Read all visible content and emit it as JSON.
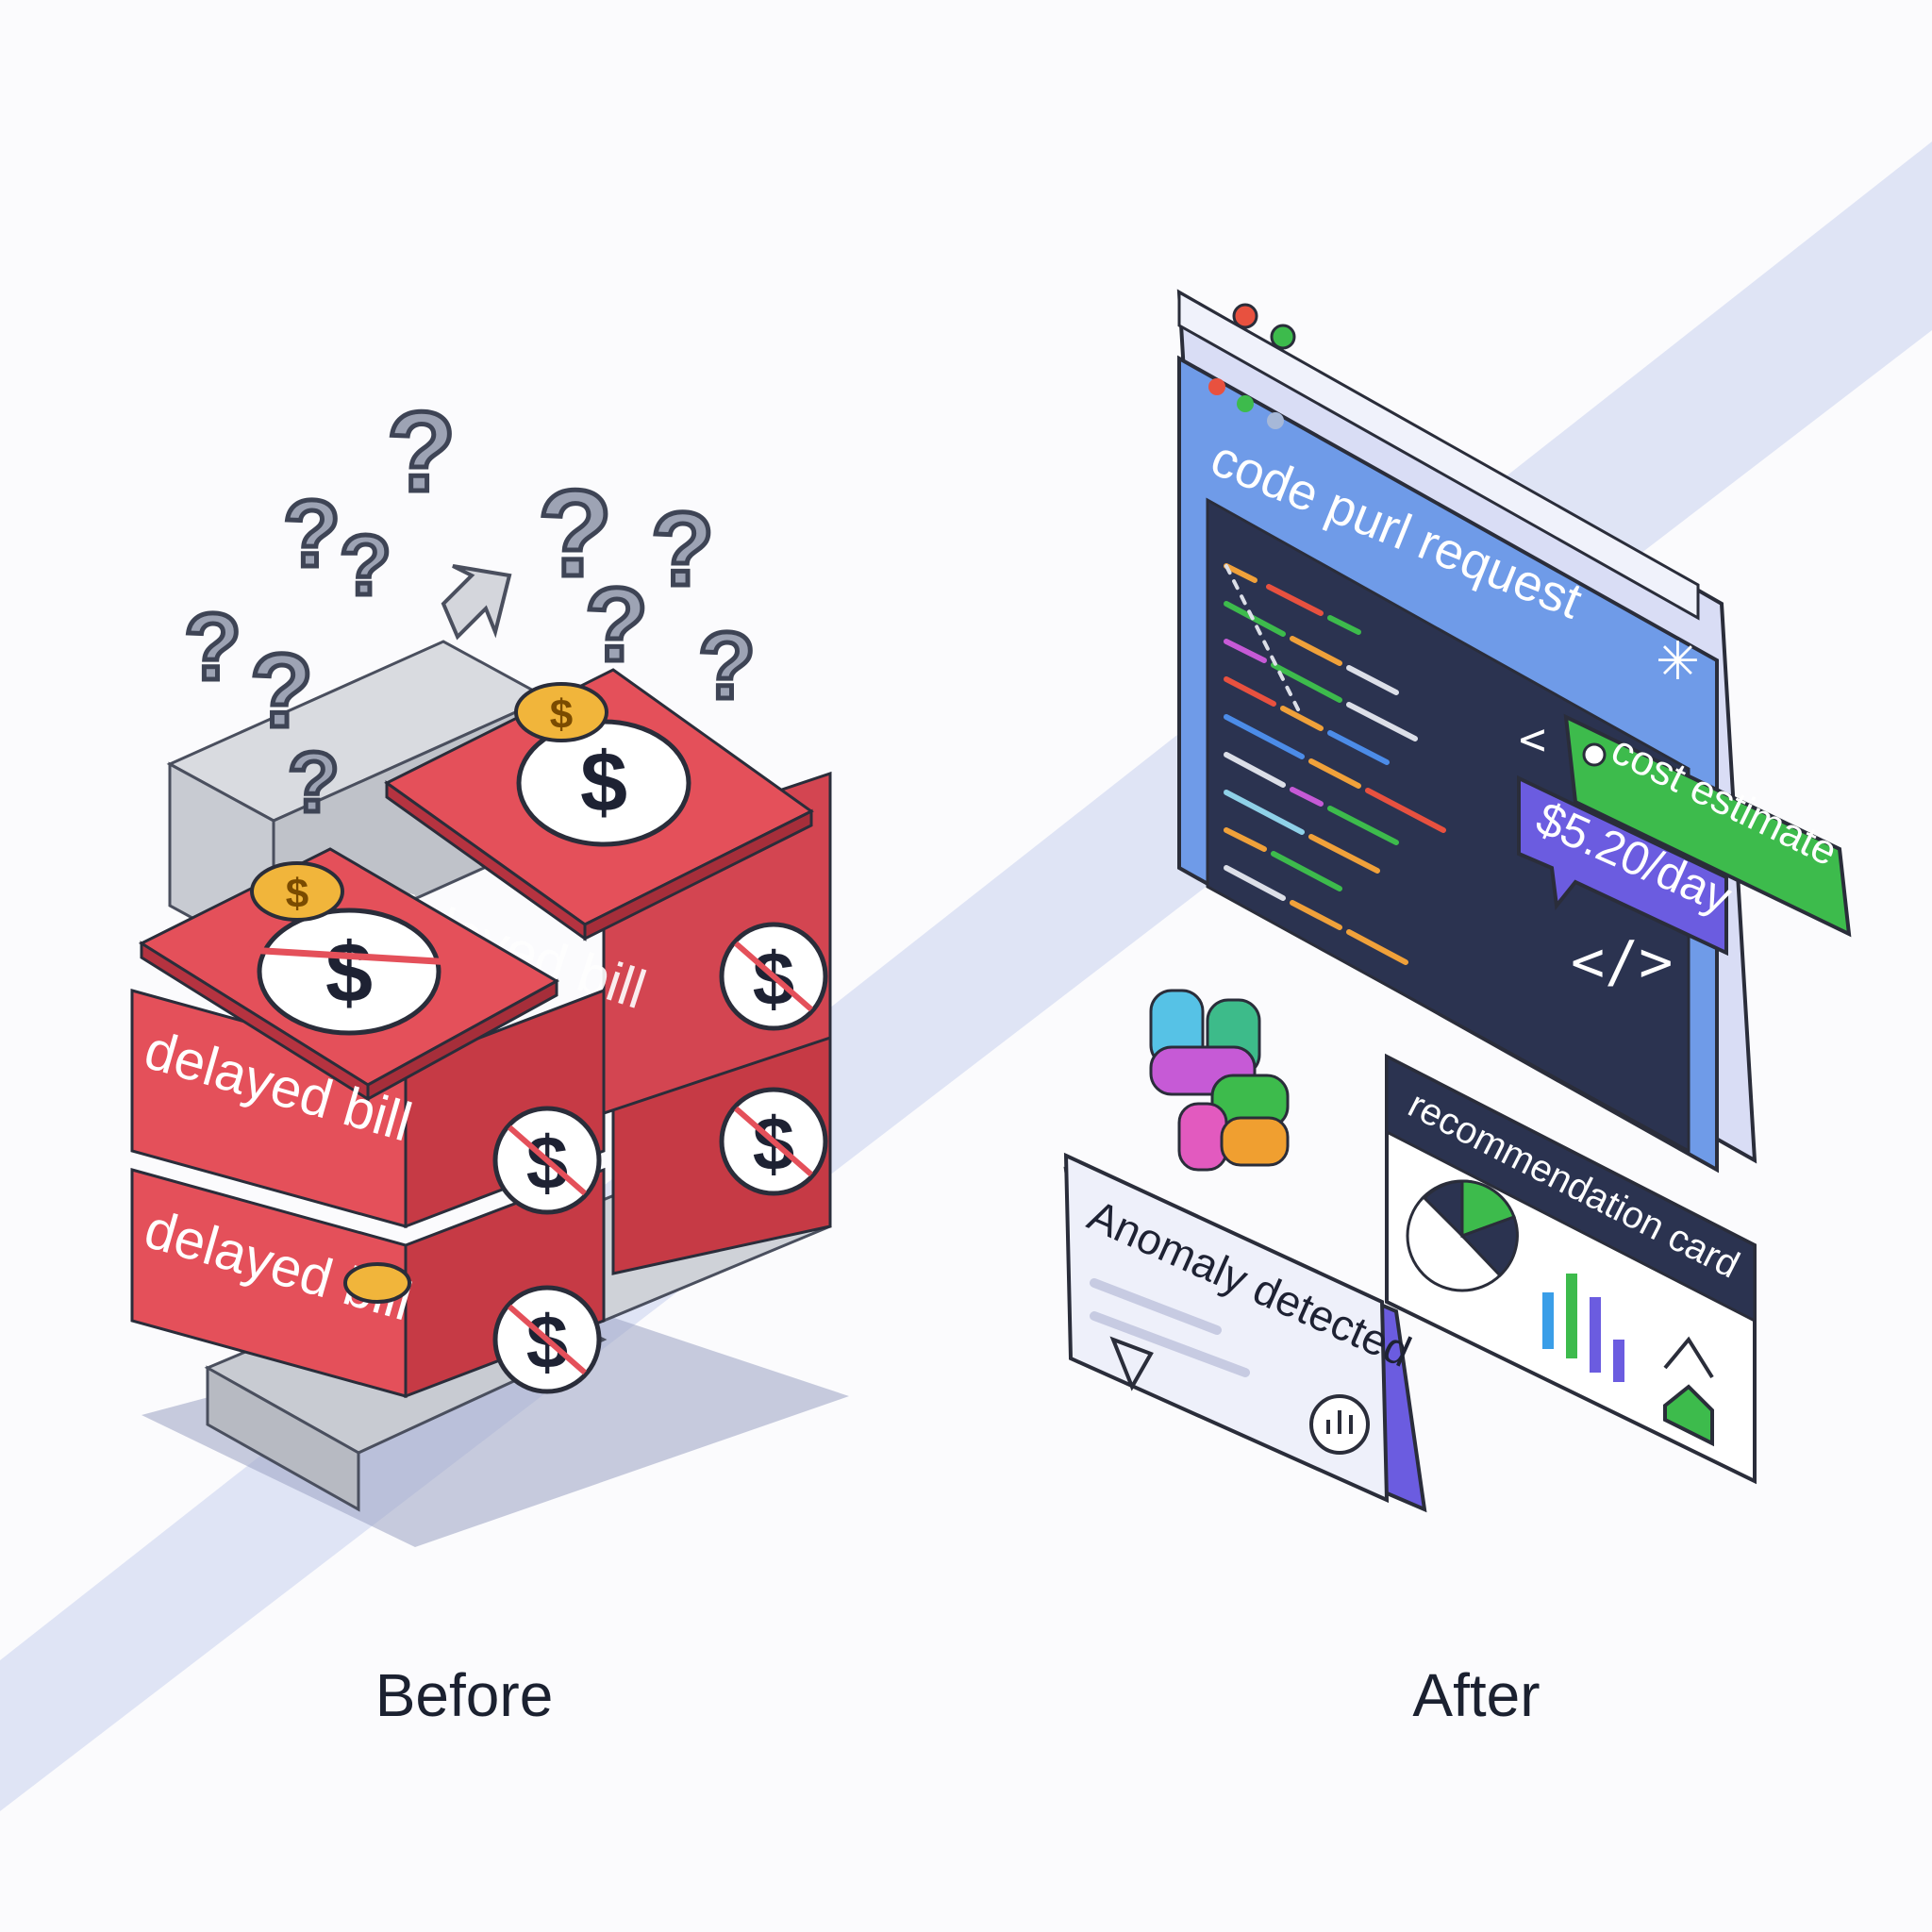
{
  "before": {
    "caption": "Before",
    "bill_labels": [
      "delayed bill",
      "delayed bill",
      "delayed bill"
    ]
  },
  "after": {
    "caption": "After",
    "window_title": "code purl request",
    "cost_estimate_label": "cost estimate",
    "cost_value": "$5.20/day",
    "anomaly_label": "Anomaly detected",
    "recommendation_label": "recommendation card"
  },
  "colors": {
    "bill_red": "#e4505a",
    "bill_red_dark": "#c63a45",
    "window_blue": "#6f9be8",
    "code_bg": "#2b3350",
    "accent_green": "#3dbb4c",
    "accent_purple": "#6b5ce0",
    "band": "#dfe4f5"
  }
}
